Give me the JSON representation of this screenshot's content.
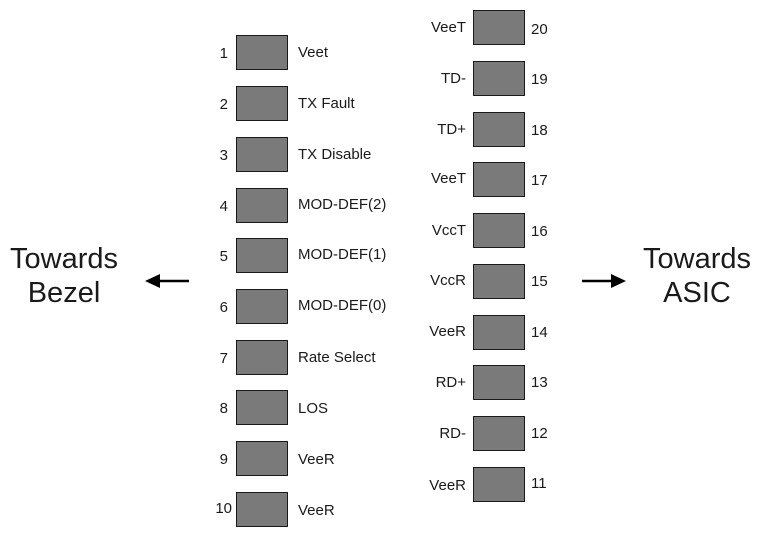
{
  "left_side": {
    "line1": "Towards",
    "line2": "Bezel"
  },
  "right_side": {
    "line1": "Towards",
    "line2": "ASIC"
  },
  "left_pins": [
    {
      "number": "1",
      "label": "Veet"
    },
    {
      "number": "2",
      "label": "TX Fault"
    },
    {
      "number": "3",
      "label": "TX Disable"
    },
    {
      "number": "4",
      "label": "MOD-DEF(2)"
    },
    {
      "number": "5",
      "label": "MOD-DEF(1)"
    },
    {
      "number": "6",
      "label": "MOD-DEF(0)"
    },
    {
      "number": "7",
      "label": "Rate Select"
    },
    {
      "number": "8",
      "label": "LOS"
    },
    {
      "number": "9",
      "label": "VeeR"
    },
    {
      "number": "10",
      "label": "VeeR"
    }
  ],
  "right_pins": [
    {
      "number": "20",
      "label": "VeeT"
    },
    {
      "number": "19",
      "label": "TD-"
    },
    {
      "number": "18",
      "label": "TD+"
    },
    {
      "number": "17",
      "label": "VeeT"
    },
    {
      "number": "16",
      "label": "VccT"
    },
    {
      "number": "15",
      "label": "VccR"
    },
    {
      "number": "14",
      "label": "VeeR"
    },
    {
      "number": "13",
      "label": "RD+"
    },
    {
      "number": "12",
      "label": "RD-"
    },
    {
      "number": "11",
      "label": "VeeR"
    }
  ]
}
